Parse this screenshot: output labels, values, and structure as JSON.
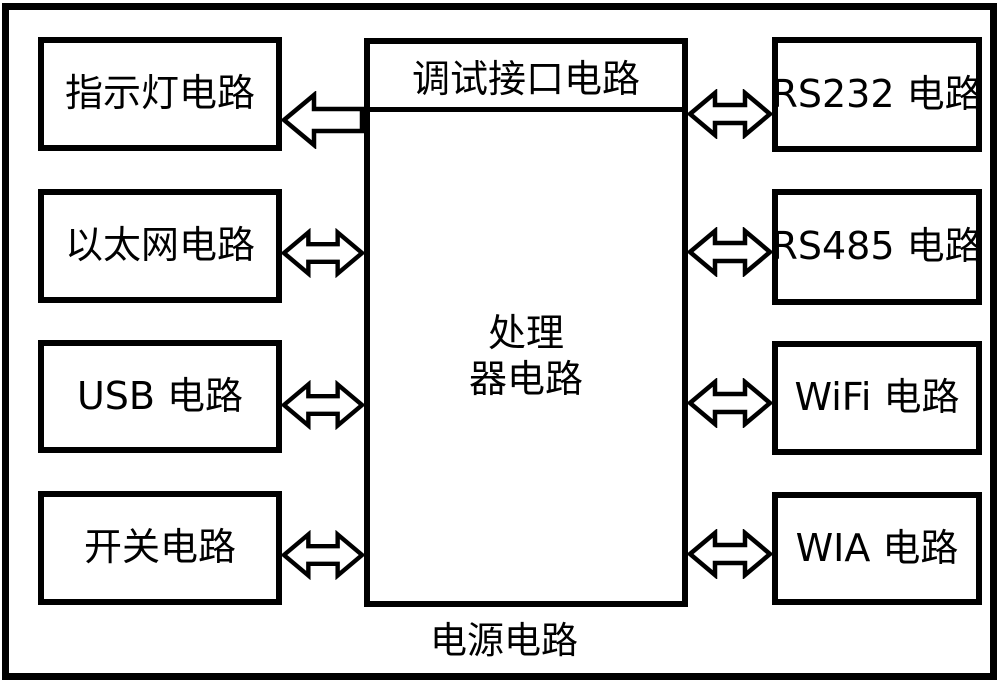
{
  "figure": {
    "type": "block-diagram",
    "background_color": "#ffffff",
    "stroke_color": "#000000"
  },
  "blocks": {
    "left": [
      {
        "label": "指示灯电路"
      },
      {
        "label": "以太网电路"
      },
      {
        "label": "USB 电路"
      },
      {
        "label": "开关电路"
      }
    ],
    "right": [
      {
        "label": "RS232 电路"
      },
      {
        "label": "RS485 电路"
      },
      {
        "label": "WiFi 电路"
      },
      {
        "label": "WIA 电路"
      }
    ],
    "center": {
      "debug_label": "调试接口电路",
      "processor_line1": "处理",
      "processor_line2": "器电路",
      "power_label": "电源电路"
    }
  },
  "connections": [
    {
      "from": "处理器电路",
      "to": "指示灯电路",
      "direction": "one-way"
    },
    {
      "from": "处理器电路",
      "to": "以太网电路",
      "direction": "two-way"
    },
    {
      "from": "处理器电路",
      "to": "USB 电路",
      "direction": "two-way"
    },
    {
      "from": "处理器电路",
      "to": "开关电路",
      "direction": "two-way"
    },
    {
      "from": "处理器电路",
      "to": "RS232 电路",
      "direction": "two-way"
    },
    {
      "from": "处理器电路",
      "to": "RS485 电路",
      "direction": "two-way"
    },
    {
      "from": "处理器电路",
      "to": "WiFi 电路",
      "direction": "two-way"
    },
    {
      "from": "处理器电路",
      "to": "WIA 电路",
      "direction": "two-way"
    }
  ]
}
